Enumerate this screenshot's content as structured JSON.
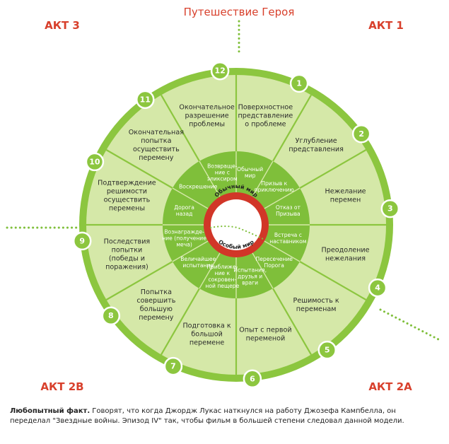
{
  "title": "Путешествие Героя",
  "acts": [
    "АКТ 1",
    "АКТ 2А",
    "АКТ 2В",
    "АКТ 3"
  ],
  "colors": {
    "accent_red": "#d8402c",
    "outer_ring": "#8cc63f",
    "segment_fill": "#d5e8a8",
    "inner_ring": "#7fbf3a",
    "center_ring": "#d13628",
    "dotted_line": "#7fbf3a"
  },
  "stages": [
    {
      "num": "1",
      "outer": "Поверхностное\nпредставление\nо проблеме",
      "inner": "Обычный\nмир"
    },
    {
      "num": "2",
      "outer": "Углубление\nпредставления",
      "inner": "Призыв к\nприключению"
    },
    {
      "num": "3",
      "outer": "Нежелание\nперемен",
      "inner": "Отказ от\nПризыва"
    },
    {
      "num": "4",
      "outer": "Преодоление\nнежелания",
      "inner": "Встреча с\nнаставником"
    },
    {
      "num": "5",
      "outer": "Решимость к\nпеременам",
      "inner": "Пересечение\nПорога"
    },
    {
      "num": "6",
      "outer": "Опыт с первой\nпеременой",
      "inner": "Испытания,\nдрузья и\nвраги"
    },
    {
      "num": "7",
      "outer": "Подготовка к\nбольшой\nперемене",
      "inner": "Приближе-\nние к\nсокровен-\nной пещере"
    },
    {
      "num": "8",
      "outer": "Попытка\nсовершить\nбольшую\nперемену",
      "inner": "Величайшее\nиспытание"
    },
    {
      "num": "9",
      "outer": "Последствия\nпопытки\n(победы и\nпоражения)",
      "inner": "Вознагражде-\nние (получение\nмеча)"
    },
    {
      "num": "10",
      "outer": "Подтверждение\nрешимости\nосуществить\nперемены",
      "inner": "Дорога\nназад"
    },
    {
      "num": "11",
      "outer": "Окончательная\nпопытка\nосуществить\nперемену",
      "inner": "Воскрешение"
    },
    {
      "num": "12",
      "outer": "Окончательное\nразрешение\nпроблемы",
      "inner": "Возвраще-\nние с\nэликсиром"
    }
  ],
  "center": {
    "top": "Обычный мир",
    "bottom": "Особый мир"
  },
  "caption": {
    "lead": "Любопытный факт.",
    "text": " Говорят, что когда Джордж Лукас наткнулся на работу Джозефа Кампбелла, он переделал \"Звездные войны. Эпизод IV\" так, чтобы фильм в большей степени следовал данной модели."
  }
}
